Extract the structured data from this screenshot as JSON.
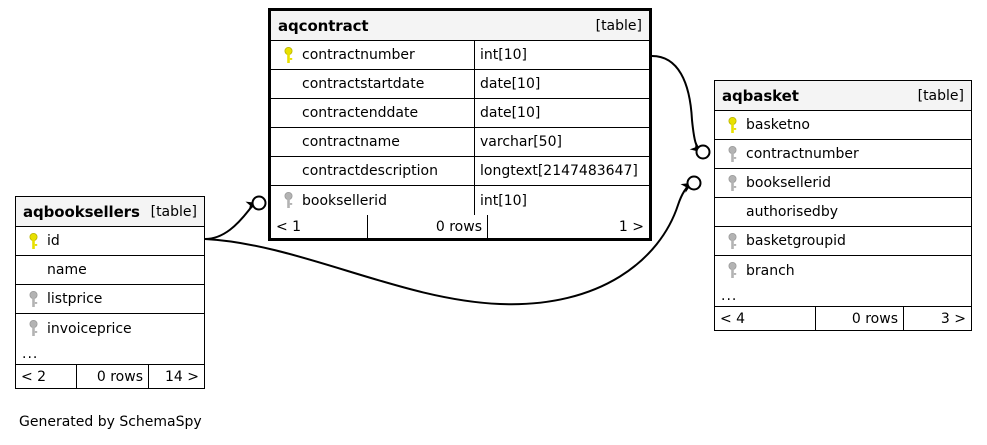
{
  "diagram": {
    "generator_note": "Generated by SchemaSpy",
    "kind_label": "[table]",
    "ellipsis": "...",
    "rows_label": "0 rows"
  },
  "tables": {
    "aqcontract": {
      "name": "aqcontract",
      "kind": "[table]",
      "columns": [
        {
          "key": "primary",
          "name": "contractnumber",
          "type": "int[10]"
        },
        {
          "key": "none",
          "name": "contractstartdate",
          "type": "date[10]"
        },
        {
          "key": "none",
          "name": "contractenddate",
          "type": "date[10]"
        },
        {
          "key": "none",
          "name": "contractname",
          "type": "varchar[50]"
        },
        {
          "key": "none",
          "name": "contractdescription",
          "type": "longtext[2147483647]"
        },
        {
          "key": "foreign",
          "name": "booksellerid",
          "type": "int[10]"
        }
      ],
      "footer": {
        "left": "< 1",
        "mid": "0 rows",
        "right": "1 >"
      }
    },
    "aqbasket": {
      "name": "aqbasket",
      "kind": "[table]",
      "columns": [
        {
          "key": "primary",
          "name": "basketno",
          "type": ""
        },
        {
          "key": "foreign",
          "name": "contractnumber",
          "type": ""
        },
        {
          "key": "foreign",
          "name": "booksellerid",
          "type": ""
        },
        {
          "key": "none",
          "name": "authorisedby",
          "type": ""
        },
        {
          "key": "foreign",
          "name": "basketgroupid",
          "type": ""
        },
        {
          "key": "foreign",
          "name": "branch",
          "type": ""
        }
      ],
      "more": "...",
      "footer": {
        "left": "< 4",
        "mid": "0 rows",
        "right": "3 >"
      }
    },
    "aqbooksellers": {
      "name": "aqbooksellers",
      "kind": "[table]",
      "columns": [
        {
          "key": "primary",
          "name": "id",
          "type": ""
        },
        {
          "key": "none",
          "name": "name",
          "type": ""
        },
        {
          "key": "foreign",
          "name": "listprice",
          "type": ""
        },
        {
          "key": "foreign",
          "name": "invoiceprice",
          "type": ""
        }
      ],
      "more": "...",
      "footer": {
        "left": "< 2",
        "mid": "0 rows",
        "right": "14 >"
      }
    }
  },
  "relationships": [
    {
      "name": "aqcontract-contractnumber-to-aqbasket-contractnumber",
      "from": "aqcontract.contractnumber",
      "to": "aqbasket.contractnumber",
      "cardinality": "zero-or-more"
    },
    {
      "name": "aqbooksellers-id-to-aqcontract-booksellerid",
      "from": "aqbooksellers.id",
      "to": "aqcontract.booksellerid",
      "cardinality": "zero-or-more"
    },
    {
      "name": "aqbooksellers-id-to-aqbasket-booksellerid",
      "from": "aqbooksellers.id",
      "to": "aqbasket.booksellerid",
      "cardinality": "zero-or-more"
    }
  ],
  "colors": {
    "primary_key": "#e8e000",
    "foreign_key": "#b3b3b3",
    "header_bg": "#f4f4f4",
    "line": "#000000"
  }
}
